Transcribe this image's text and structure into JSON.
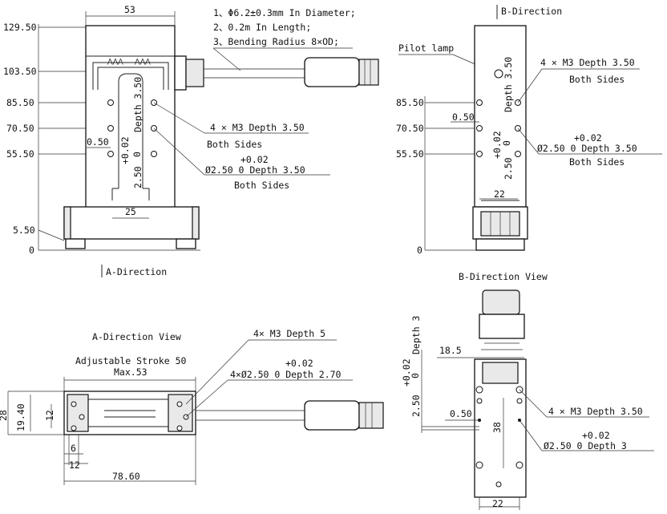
{
  "notes": [
    "1、Φ6.2±0.3mm In Diameter;",
    "2、0.2m In Length;",
    "3、Bending Radius 8×OD;"
  ],
  "front": {
    "dim_width": "53",
    "y_ticks": [
      "129.50",
      "103.50",
      "85.50",
      "70.50",
      "55.50",
      "5.50",
      "0"
    ],
    "offset": "0.50",
    "vertical_dim": "Depth 3.50",
    "tol_plus": "+0.02",
    "tol_zero": "0",
    "vertical_num": "2.50",
    "slot_dim": "25",
    "callout_m3": "4 × M3 Depth 3.50",
    "callout_m3_sub": "Both Sides",
    "callout_pin_tol": "+0.02",
    "callout_pin": "Ø2.50   0     Depth 3.50",
    "callout_pin_sub": "Both Sides",
    "direction": "A-Direction"
  },
  "side_b": {
    "direction": "B-Direction",
    "pilot": "Pilot lamp",
    "y_ticks": [
      "85.50",
      "70.50",
      "55.50",
      "0"
    ],
    "offset": "0.50",
    "vertical_dim": "Depth 3.50",
    "tol_plus": "+0.02",
    "tol_zero": "0",
    "vertical_num": "2.50",
    "width_dim": "22",
    "callout_m3": "4 × M3 Depth 3.50",
    "callout_m3_sub": "Both Sides",
    "callout_pin_tol": "+0.02",
    "callout_pin": "Ø2.50   0     Depth 3.50",
    "callout_pin_sub": "Both Sides"
  },
  "view_a": {
    "title": "A-Direction View",
    "stroke": "Adjustable Stroke 50",
    "max": "Max.53",
    "callout_m3": "4× M3 Depth 5",
    "callout_pin_tol": "+0.02",
    "callout_pin": "4×Ø2.50   0     Depth 2.70",
    "dim_28": "28",
    "dim_1940": "19.40",
    "dim_12v": "12",
    "dim_6": "6",
    "dim_12h": "12",
    "dim_7860": "78.60"
  },
  "view_b": {
    "title": "B-Direction View",
    "depth": "Depth 3",
    "tol_plus": "+0.02",
    "tol_zero": "0",
    "vertical_num": "2.50",
    "dim_185": "18.5",
    "dim_38": "38",
    "offset": "0.50",
    "dim_22": "22",
    "callout_m3": "4 × M3 Depth 3.50",
    "callout_pin_tol": "+0.02",
    "callout_pin": "Ø2.50   0     Depth 3"
  }
}
